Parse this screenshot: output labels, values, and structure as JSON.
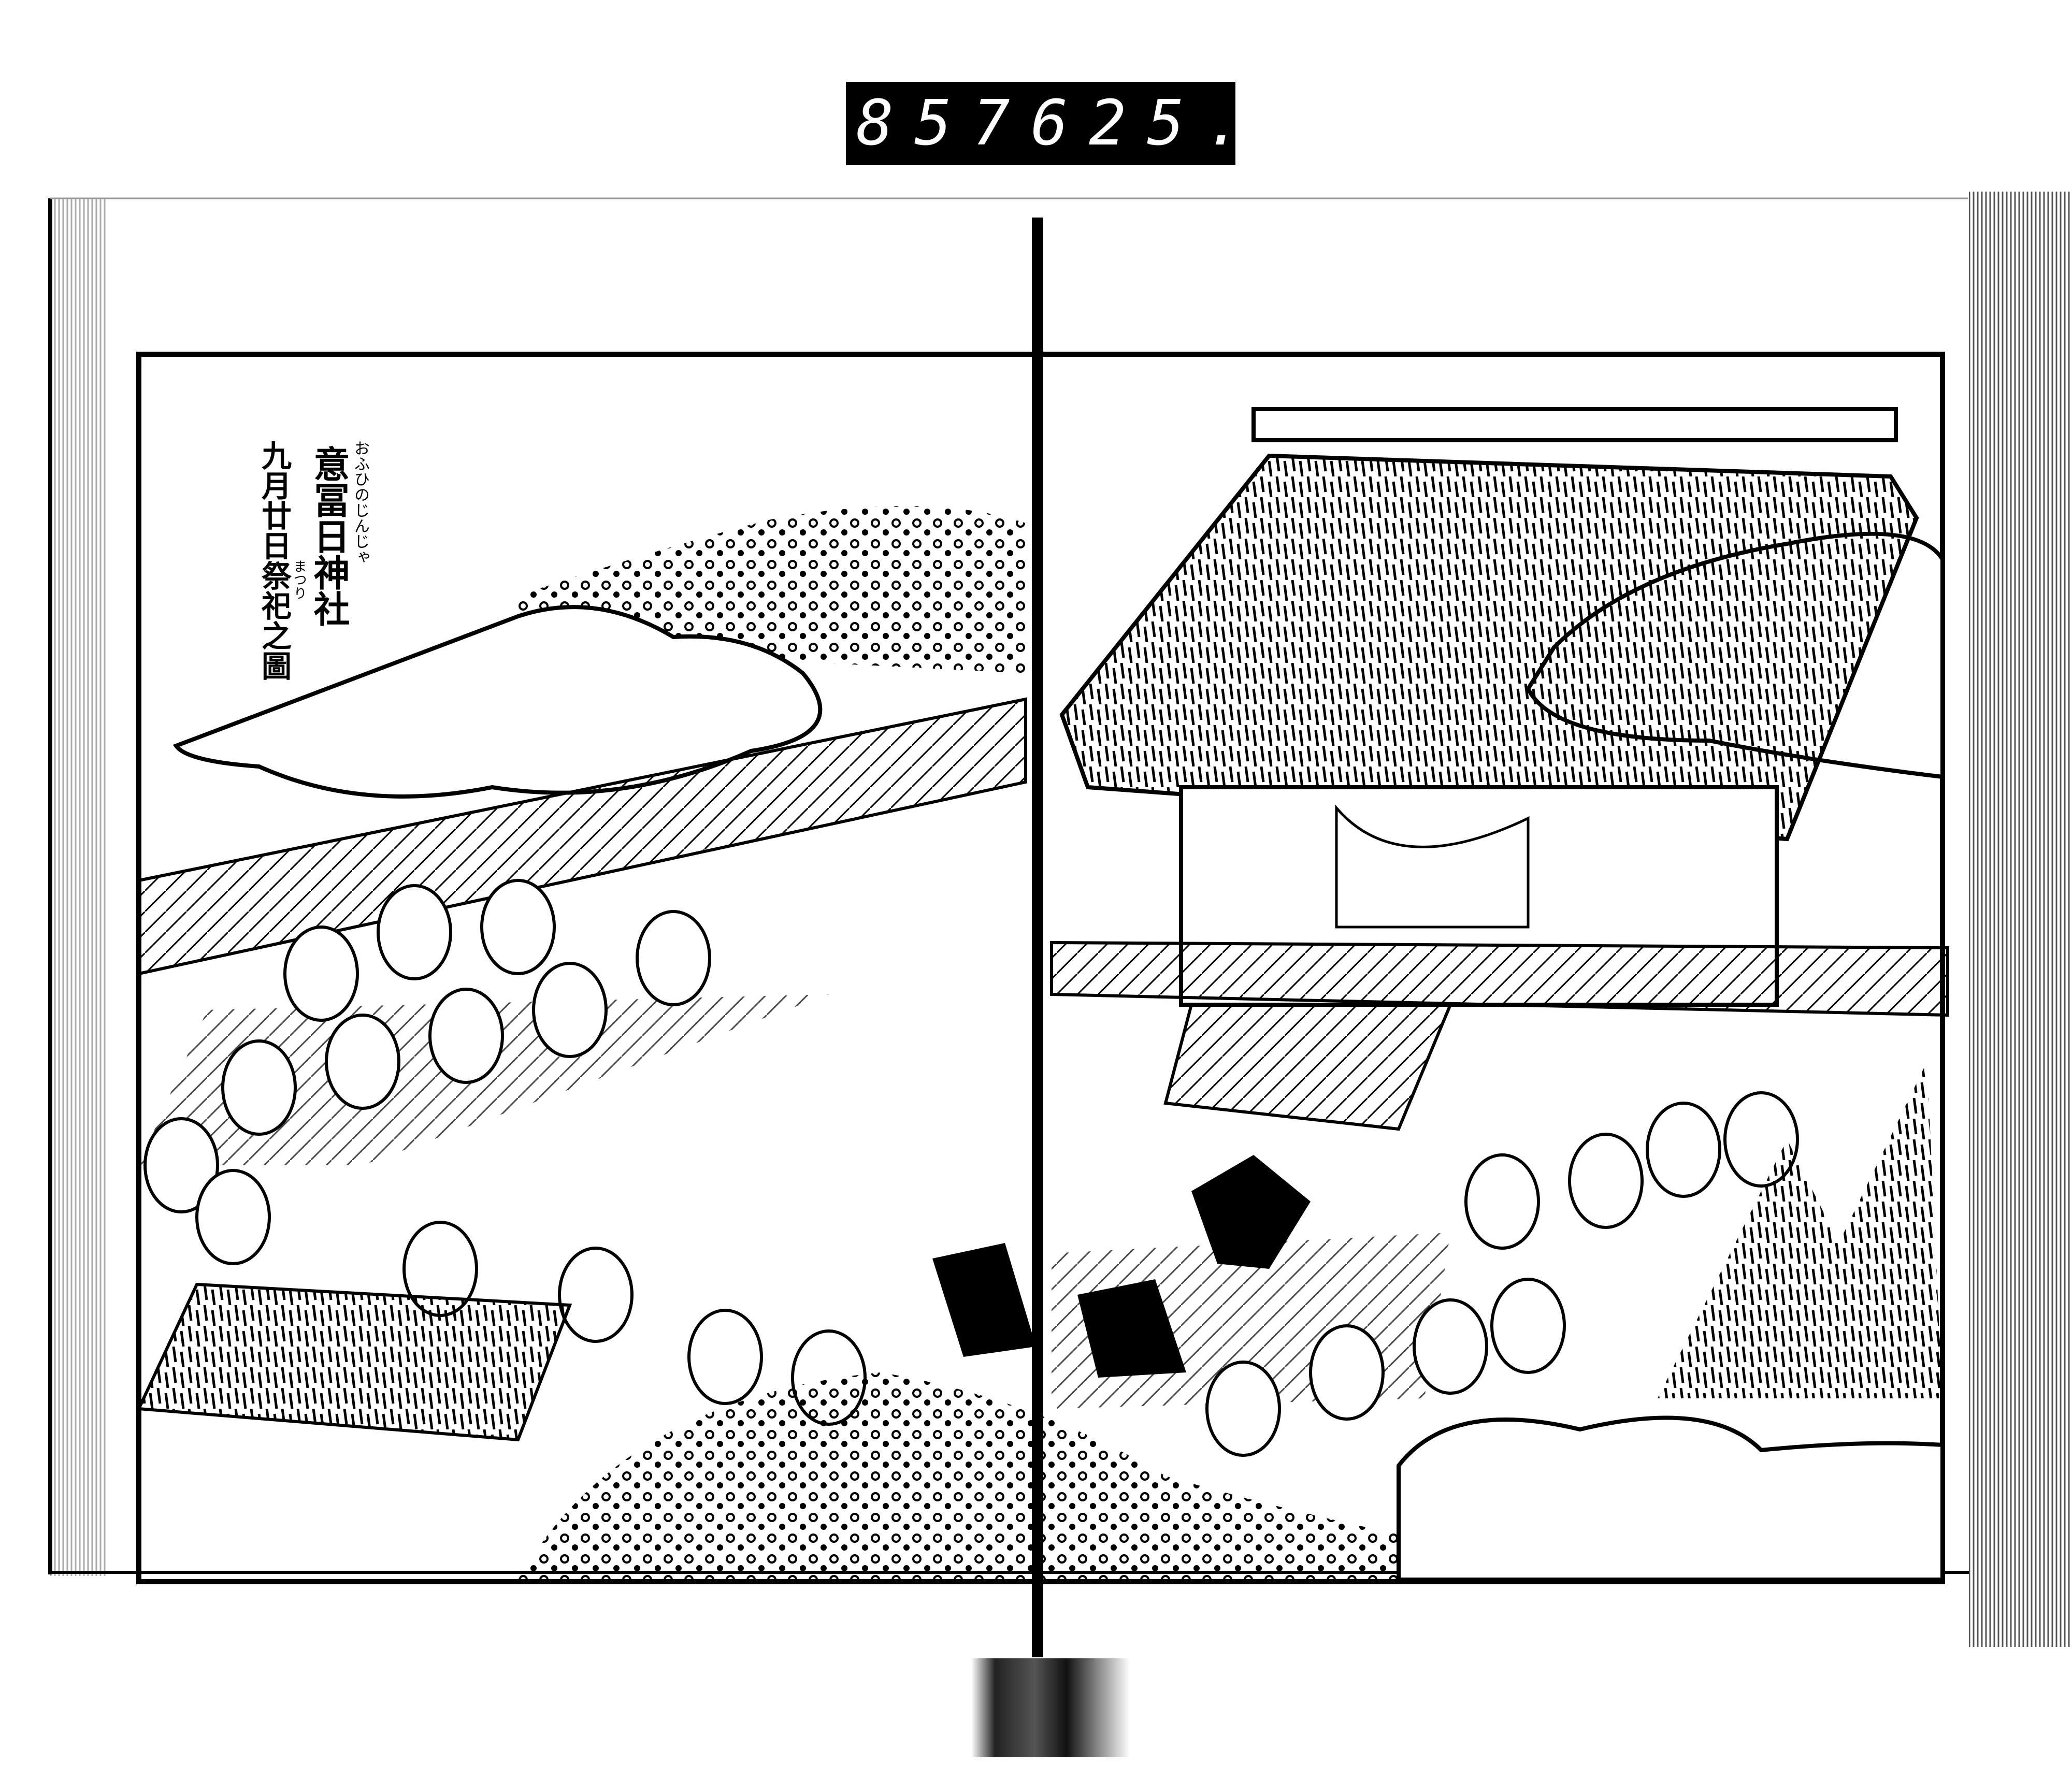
{
  "catalog_label": {
    "left_number": "857",
    "right_number": "625."
  },
  "illustration": {
    "title_main": "意冨日神社",
    "title_main_reading": "おふひのじんじゃ",
    "title_sub": "九月廿日祭祀之圖",
    "title_sub_reading": "まつり"
  },
  "colors": {
    "ink": "#000000",
    "paper": "#ffffff",
    "label_bg": "#000000"
  }
}
